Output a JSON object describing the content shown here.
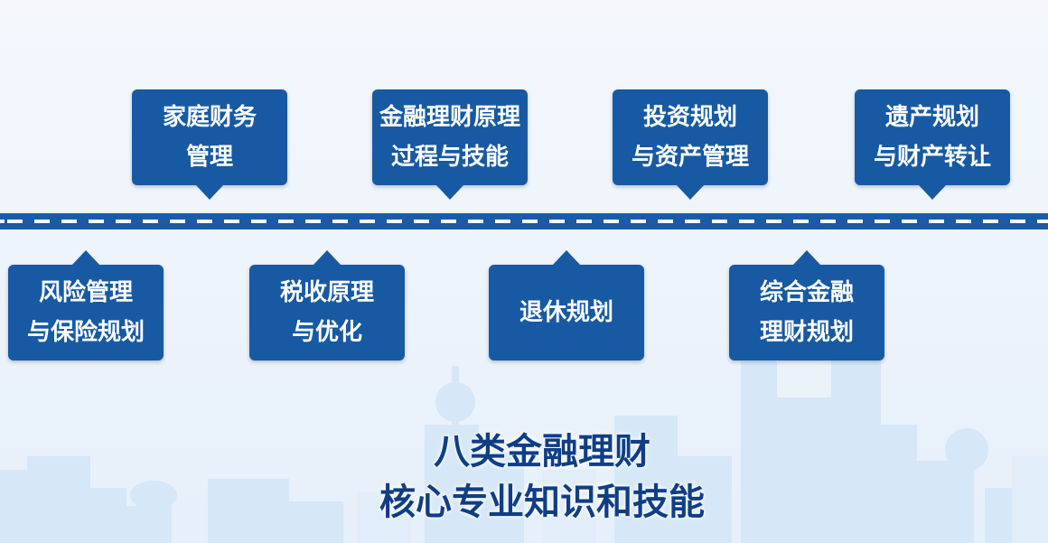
{
  "theme": {
    "card_color": "#175aa3",
    "timeline_color": "#1a5aa6",
    "title_color": "#0f3e86",
    "skyline_color": "#d3e5f6"
  },
  "top_cards": [
    {
      "line1": "家庭财务",
      "line2": "管理"
    },
    {
      "line1": "金融理财原理",
      "line2": "过程与技能"
    },
    {
      "line1": "投资规划",
      "line2": "与资产管理"
    },
    {
      "line1": "遗产规划",
      "line2": "与财产转让"
    }
  ],
  "bottom_cards": [
    {
      "line1": "风险管理",
      "line2": "与保险规划"
    },
    {
      "line1": "税收原理",
      "line2": "与优化"
    },
    {
      "line1": "退休规划",
      "line2": ""
    },
    {
      "line1": "综合金融",
      "line2": "理财规划"
    }
  ],
  "title": {
    "line1": "八类金融理财",
    "line2": "核心专业知识和技能"
  }
}
